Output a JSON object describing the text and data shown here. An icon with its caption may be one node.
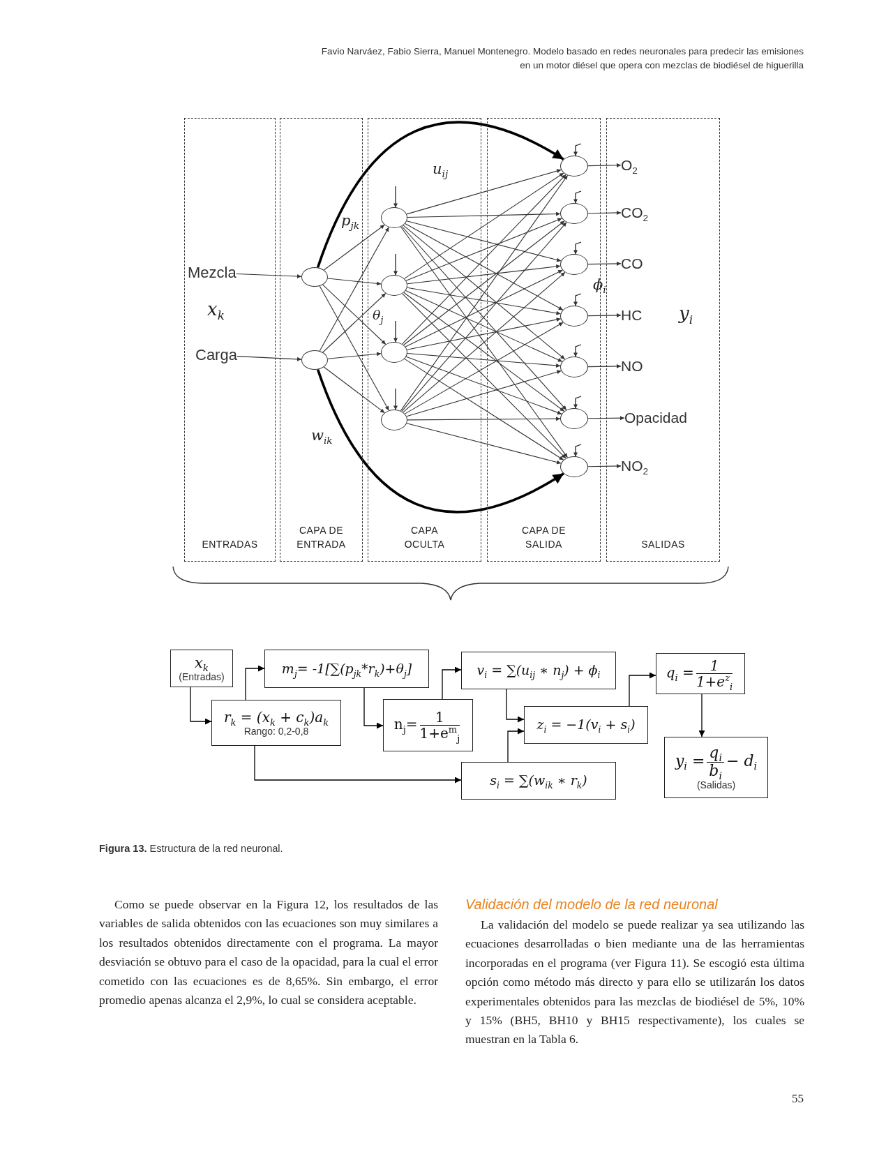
{
  "diagram": {
    "caption": "**Figura 13.** Estructura de la red neuronal.",
    "nodes": [
      {
        "text": [
          "ENTRADAS"
        ]
      },
      {
        "text": [
          "CAPA DE ENTRADA"
        ]
      },
      {
        "text": [
          "CAPA OCULTA"
        ]
      },
      {
        "text": [
          "CAPA DE SALIDA"
        ]
      },
      {
        "text": [
          "SALIDAS"
        ]
      },
      {
        "text": [
          "Mezcla"
        ],
        "in": 0
      },
      {
        "text": [
          "Carga"
        ],
        "in": 0
      },
      {
        "text": [],
        "shape": "circle",
        "in": 1
      },
      {
        "text": [],
        "shape": "circle",
        "in": 1
      },
      {
        "text": [],
        "shape": "circle",
        "in": 2
      },
      {
        "text": [],
        "shape": "circle",
        "in": 2
      },
      {
        "text": [],
        "shape": "circle",
        "in": 2
      },
      {
        "text": [],
        "shape": "circle",
        "in": 2
      },
      {
        "text": [],
        "shape": "circle",
        "in": 3
      },
      {
        "text": [],
        "shape": "circle",
        "in": 3
      },
      {
        "text": [],
        "shape": "circle",
        "in": 3
      },
      {
        "text": [],
        "shape": "circle",
        "in": 3
      },
      {
        "text": [],
        "shape": "circle",
        "in": 3
      },
      {
        "text": [],
        "shape": "circle",
        "in": 3
      },
      {
        "text": [],
        "shape": "circle",
        "in": 3
      },
      {
        "text": [
          "O$_{2}$"
        ],
        "in": 4
      },
      {
        "text": [
          "CO$_{2}$"
        ],
        "in": 4
      },
      {
        "text": [
          "CO"
        ],
        "in": 4
      },
      {
        "text": [
          "HC"
        ],
        "in": 4
      },
      {
        "text": [
          "NO"
        ],
        "in": 4
      },
      {
        "text": [
          "Opacidad"
        ],
        "in": 4
      },
      {
        "text": [
          "NO$_{2}$"
        ],
        "in": 4
      },
      {
        "text": [
          "x$_{k}$",
          "(Entradas)"
        ]
      },
      {
        "text": [
          "m$_{j}$= -1[∑(p$_{jk}$*r$_{k}$)+θ$_{j}$]"
        ]
      },
      {
        "text": [
          "r$_{k}$ = (x$_{k}$ + c$_{k}$)a$_{k}$",
          "Rango: 0,2-0,8"
        ]
      },
      {
        "text": [
          "n$_{j}$=",
          "1",
          "1+e$^{m}$$_{j}$"
        ]
      },
      {
        "text": [
          "v$_{i}$ = ∑(u$_{ij}$ ∗ n$_{j}$) + ϕ$_{i}$"
        ]
      },
      {
        "text": [
          "z$_{i}$ = −1(v$_{i}$ + s$_{i}$)"
        ]
      },
      {
        "text": [
          "s$_{i}$ = ∑(w$_{ik}$ ∗ r$_{k}$)"
        ]
      },
      {
        "text": [
          "q$_{i}$ =",
          "1",
          "1+e$^{z}$$_{i}$"
        ]
      },
      {
        "text": [
          "y$_{i}$ =",
          "q$_{i}$",
          "b$_{i}$",
          "− d$_{i}$",
          "(Salidas)"
        ]
      }
    ],
    "edges": [
      {
        "from": 5,
        "to": 7,
        "arrow": "to"
      },
      {
        "from": 6,
        "to": 8,
        "arrow": "to"
      },
      {
        "from": 7,
        "to": 9,
        "arrow": "to"
      },
      {
        "from": 7,
        "to": 10,
        "arrow": "to"
      },
      {
        "from": 7,
        "to": 11,
        "arrow": "to"
      },
      {
        "from": 7,
        "to": 12,
        "arrow": "to"
      },
      {
        "from": 8,
        "to": 9,
        "arrow": "to"
      },
      {
        "from": 8,
        "to": 10,
        "arrow": "to"
      },
      {
        "from": 8,
        "to": 11,
        "arrow": "to"
      },
      {
        "from": 8,
        "to": 12,
        "arrow": "to"
      },
      {
        "from": 9,
        "to": 13,
        "arrow": "to"
      },
      {
        "from": 9,
        "to": 14,
        "arrow": "to"
      },
      {
        "from": 9,
        "to": 15,
        "arrow": "to"
      },
      {
        "from": 9,
        "to": 16,
        "arrow": "to"
      },
      {
        "from": 9,
        "to": 17,
        "arrow": "to"
      },
      {
        "from": 9,
        "to": 18,
        "arrow": "to"
      },
      {
        "from": 9,
        "to": 19,
        "arrow": "to"
      },
      {
        "from": 10,
        "to": 13,
        "arrow": "to"
      },
      {
        "from": 10,
        "to": 14,
        "arrow": "to"
      },
      {
        "from": 10,
        "to": 15,
        "arrow": "to"
      },
      {
        "from": 10,
        "to": 16,
        "arrow": "to"
      },
      {
        "from": 10,
        "to": 17,
        "arrow": "to"
      },
      {
        "from": 10,
        "to": 18,
        "arrow": "to"
      },
      {
        "from": 10,
        "to": 19,
        "arrow": "to"
      },
      {
        "from": 11,
        "to": 13,
        "arrow": "to"
      },
      {
        "from": 11,
        "to": 14,
        "arrow": "to"
      },
      {
        "from": 11,
        "to": 15,
        "arrow": "to"
      },
      {
        "from": 11,
        "to": 16,
        "arrow": "to"
      },
      {
        "from": 11,
        "to": 17,
        "arrow": "to"
      },
      {
        "from": 11,
        "to": 18,
        "arrow": "to"
      },
      {
        "from": 11,
        "to": 19,
        "arrow": "to"
      },
      {
        "from": 12,
        "to": 13,
        "arrow": "to"
      },
      {
        "from": 12,
        "to": 14,
        "arrow": "to"
      },
      {
        "from": 12,
        "to": 15,
        "arrow": "to"
      },
      {
        "from": 12,
        "to": 16,
        "arrow": "to"
      },
      {
        "from": 12,
        "to": 17,
        "arrow": "to"
      },
      {
        "from": 12,
        "to": 18,
        "arrow": "to"
      },
      {
        "from": 12,
        "to": 19,
        "arrow": "to"
      },
      {
        "from": 13,
        "to": 20,
        "arrow": "to"
      },
      {
        "from": 14,
        "to": 21,
        "arrow": "to"
      },
      {
        "from": 15,
        "to": 22,
        "arrow": "to"
      },
      {
        "from": 16,
        "to": 23,
        "arrow": "to"
      },
      {
        "from": 17,
        "to": 24,
        "arrow": "to"
      },
      {
        "from": 18,
        "to": 25,
        "arrow": "to"
      },
      {
        "from": 19,
        "to": 26,
        "arrow": "to"
      },
      {
        "from": null,
        "to": 9,
        "arrow": "to"
      },
      {
        "from": null,
        "to": 10,
        "arrow": "to"
      },
      {
        "from": null,
        "to": 11,
        "arrow": "to"
      },
      {
        "from": null,
        "to": 12,
        "arrow": "to"
      },
      {
        "from": null,
        "to": 13,
        "arrow": "to"
      },
      {
        "from": null,
        "to": 14,
        "arrow": "to"
      },
      {
        "from": null,
        "to": 15,
        "arrow": "to"
      },
      {
        "from": null,
        "to": 16,
        "arrow": "to"
      },
      {
        "from": null,
        "to": 17,
        "arrow": "to"
      },
      {
        "from": null,
        "to": 18,
        "arrow": "to"
      },
      {
        "from": null,
        "to": 19,
        "arrow": "to"
      },
      {
        "from": 7,
        "to": 13,
        "arrow": "to",
        "style": "thick"
      },
      {
        "from": 8,
        "to": 19,
        "arrow": "to",
        "style": "thick"
      },
      {
        "from": 27,
        "to": 29,
        "arrow": "to"
      },
      {
        "from": 29,
        "to": 28,
        "arrow": "to"
      },
      {
        "from": 28,
        "to": 30,
        "arrow": "to"
      },
      {
        "from": 30,
        "to": 31,
        "arrow": "to"
      },
      {
        "from": 31,
        "to": 32,
        "arrow": "to"
      },
      {
        "from": 33,
        "to": 32,
        "arrow": "to"
      },
      {
        "from": 29,
        "to": 33,
        "arrow": "to"
      },
      {
        "from": 32,
        "to": 34,
        "arrow": "to"
      },
      {
        "from": 34,
        "to": 35,
        "arrow": "to"
      }
    ],
    "labels": [
      "Favio Narváez, Fabio Sierra, Manuel Montenegro. Modelo basado en redes neuronales para predecir las emisiones en un motor diésel que opera con mezclas de biodiésel de higuerilla",
      "x$_{k}$",
      "y$_{i}$",
      "p$_{jk}$",
      "u$_{ij}$",
      "θ$_{j}$",
      "ϕ$_{i}$",
      "w$_{ik}$",
      "Como se puede observar en la Figura 12, los resultados de las variables de salida obtenidos con las ecuaciones son muy similares a los resultados obtenidos directamente con el programa. La mayor desviación se obtuvo para el caso de la opacidad, para la cual el error cometido con las ecuaciones es de 8,65%. Sin embargo, el error promedio apenas alcanza el 2,9%, lo cual se considera aceptable.",
      "Validación del modelo de la red neuronal",
      "La validación del modelo se puede realizar ya sea utilizando las ecuaciones desarrolladas o bien mediante una de las herramientas incorporadas en el programa (ver Figura 11). Se escogió esta última opción como método más directo y para ello se utilizarán los datos experimentales obtenidos para las mezclas de biodiésel de 5%, 10% y 15% (BH5, BH10 y BH15 respectivamente), los cuales se muestran en la Tabla 6.",
      "55"
    ]
  }
}
